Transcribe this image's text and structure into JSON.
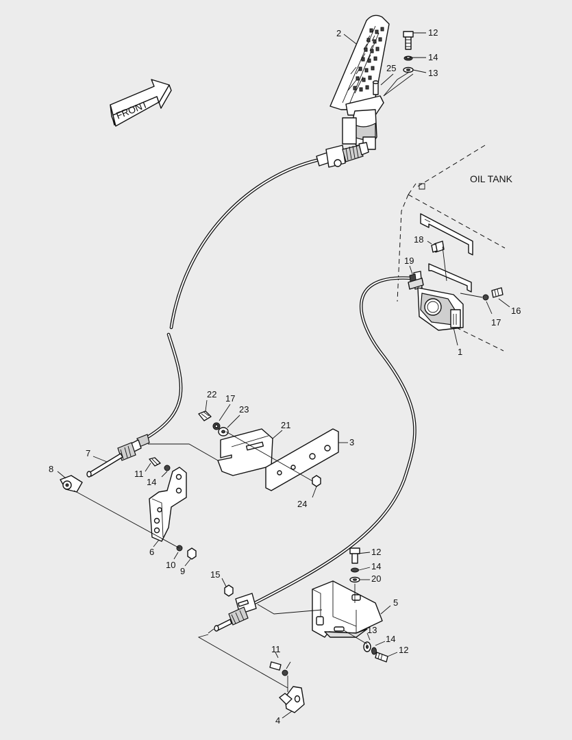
{
  "diagram": {
    "front_label": "FRONT",
    "oil_tank_label": "OIL TANK",
    "callouts": [
      "1",
      "2",
      "3",
      "4",
      "5",
      "6",
      "7",
      "8",
      "9",
      "10",
      "11",
      "11",
      "12",
      "12",
      "12",
      "13",
      "13",
      "14",
      "14",
      "14",
      "14",
      "15",
      "16",
      "17",
      "17",
      "18",
      "19",
      "20",
      "21",
      "22",
      "23",
      "24",
      "25"
    ]
  }
}
